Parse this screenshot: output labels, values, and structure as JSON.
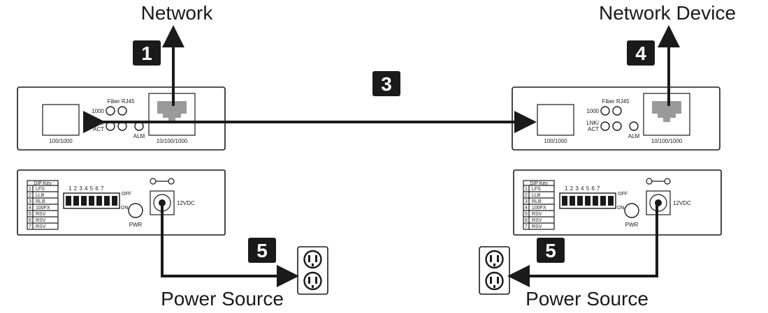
{
  "labels": {
    "network": "Network",
    "network_device": "Network Device",
    "power_source_left": "Power Source",
    "power_source_right": "Power Source"
  },
  "steps": {
    "s1": "1",
    "s3": "3",
    "s4": "4",
    "s5_left": "5",
    "s5_right": "5"
  },
  "front_panel": {
    "fiber_port_label": "100/1000",
    "rj45_port_label": "10/100/1000",
    "fiber_rj45_header": "Fiber RJ45",
    "led_1000": "1000",
    "led_lnk": "LNK/",
    "led_act": "ACT",
    "led_alm": "ALM"
  },
  "back_panel": {
    "dip_key_title": "DIP Key",
    "dip_rows": [
      {
        "num": "1",
        "name": "LFS"
      },
      {
        "num": "2",
        "name": "LLB"
      },
      {
        "num": "3",
        "name": "RLB"
      },
      {
        "num": "4",
        "name": "100FX"
      },
      {
        "num": "5",
        "name": "RSV"
      },
      {
        "num": "6",
        "name": "RSV"
      },
      {
        "num": "7",
        "name": "RSV"
      }
    ],
    "switch_numbers": "1 2 3 4 5 6 7",
    "off_label": "OFF",
    "on_label": "ON",
    "pwr_label": "PWR",
    "voltage_label": "12VDC"
  },
  "colors": {
    "ink": "#1a1a1a",
    "step_badge": "#1a1a1a",
    "rj45_fill": "#9a9a9a"
  }
}
